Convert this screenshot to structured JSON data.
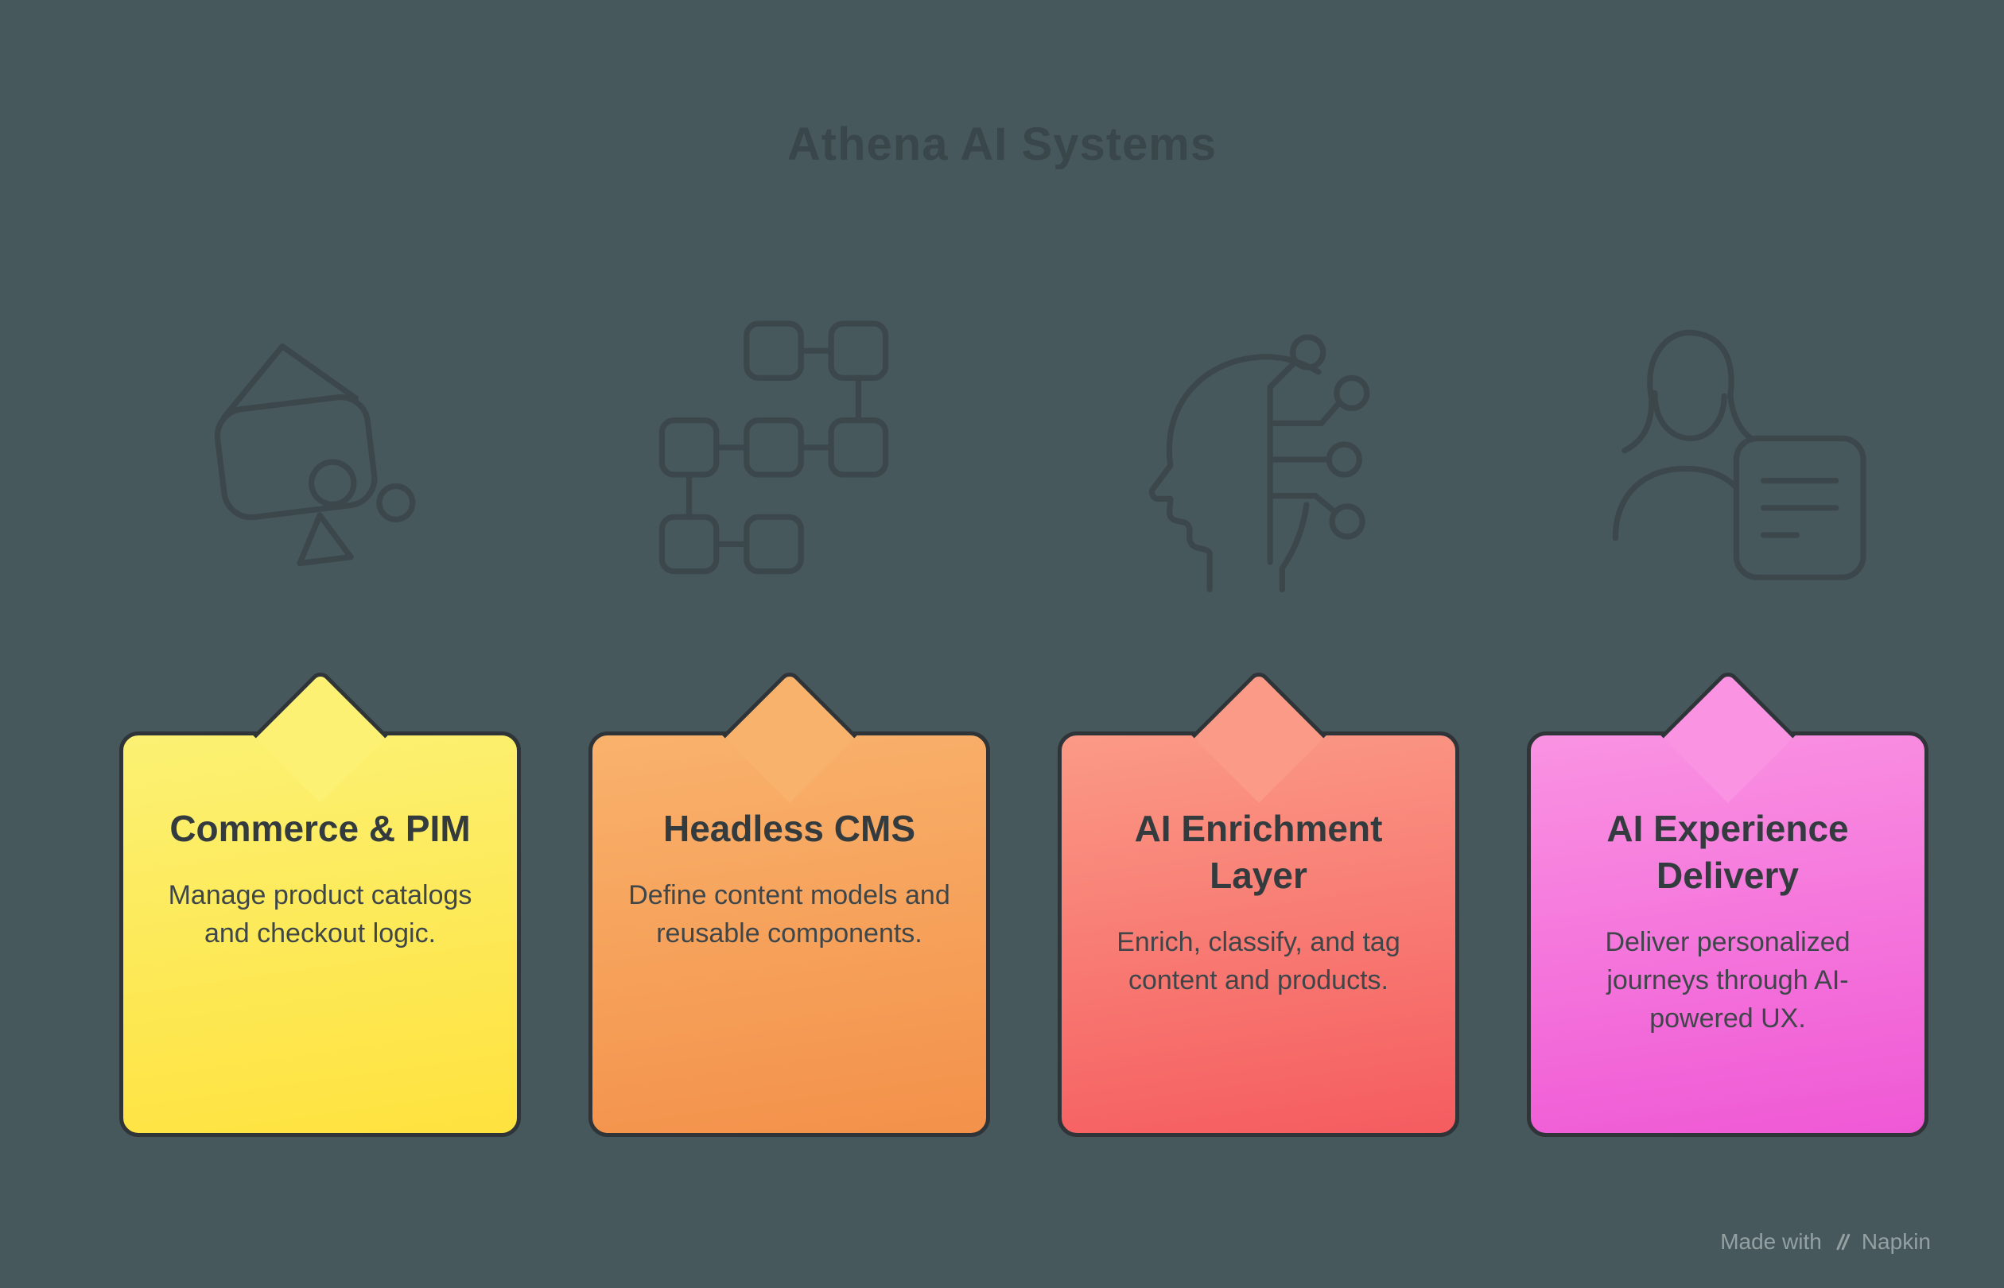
{
  "title": "Athena AI Systems",
  "cards": [
    {
      "heading": "Commerce & PIM",
      "body": "Manage product catalogs and checkout logic.",
      "icon": "shopping-basket-icon",
      "gradient_top": "#FCF173",
      "gradient_bottom": "#FEE23E"
    },
    {
      "heading": "Headless CMS",
      "body": "Define content models and reusable components.",
      "icon": "sitemap-icon",
      "gradient_top": "#F9B26C",
      "gradient_bottom": "#F3914A"
    },
    {
      "heading": "AI Enrichment Layer",
      "body": "Enrich, classify, and tag content and products.",
      "icon": "ai-head-circuit-icon",
      "gradient_top": "#FB9A86",
      "gradient_bottom": "#F55C60"
    },
    {
      "heading": "AI Experience Delivery",
      "body": "Deliver personalized journeys through AI-powered UX.",
      "icon": "person-document-icon",
      "gradient_top": "#FA93E2",
      "gradient_bottom": "#EF58D5"
    }
  ],
  "watermark": {
    "made_with": "Made with",
    "brand": "Napkin",
    "icon": "napkin-logo-icon"
  },
  "colors": {
    "background": "#47585C",
    "title": "#39464A",
    "card_border": "#2E3437",
    "heading": "#333B3F",
    "body_text": "#3E464A",
    "icon_stroke": "#3B474B",
    "watermark": "#94A1A3"
  }
}
